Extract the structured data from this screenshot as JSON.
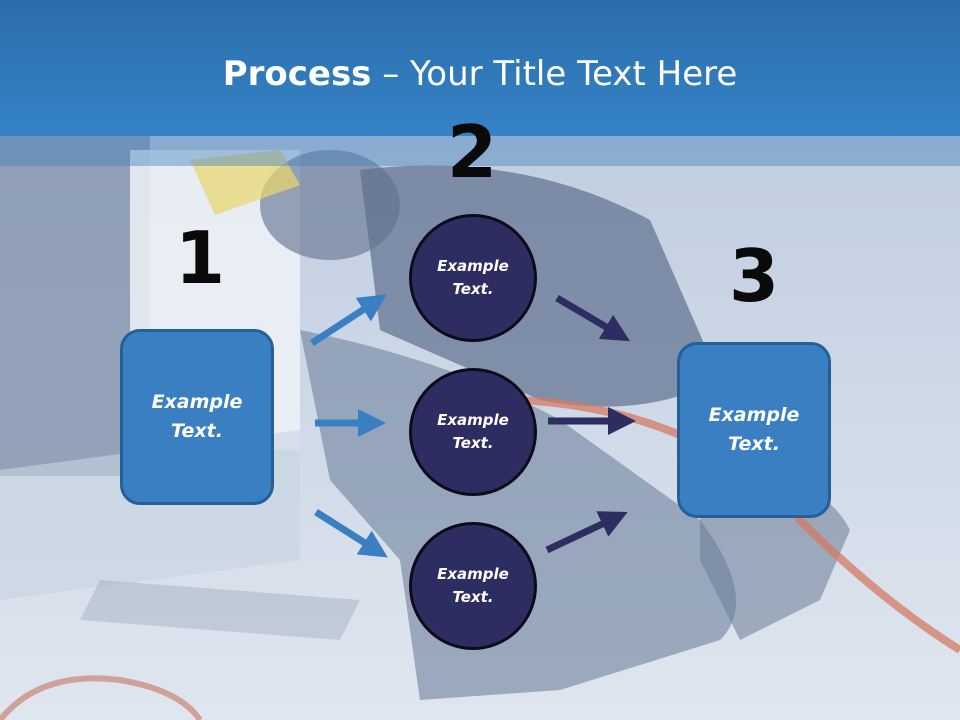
{
  "slide": {
    "title_bold": "Process",
    "title_rest": " – Your Title Text Here",
    "steps": {
      "one": "1",
      "two": "2",
      "three": "3"
    },
    "left_box": {
      "line1": "Example",
      "line2": "Text."
    },
    "right_box": {
      "line1": "Example",
      "line2": "Text."
    },
    "circles": [
      {
        "line1": "Example",
        "line2": "Text."
      },
      {
        "line1": "Example",
        "line2": "Text."
      },
      {
        "line1": "Example",
        "line2": "Text."
      }
    ]
  },
  "colors": {
    "title_bar": "#3583c6",
    "box_fill": "#3a7fc1",
    "circle_fill": "#2d2d62",
    "arrow_blue": "#3a7fc1",
    "arrow_navy": "#2d2d62"
  }
}
